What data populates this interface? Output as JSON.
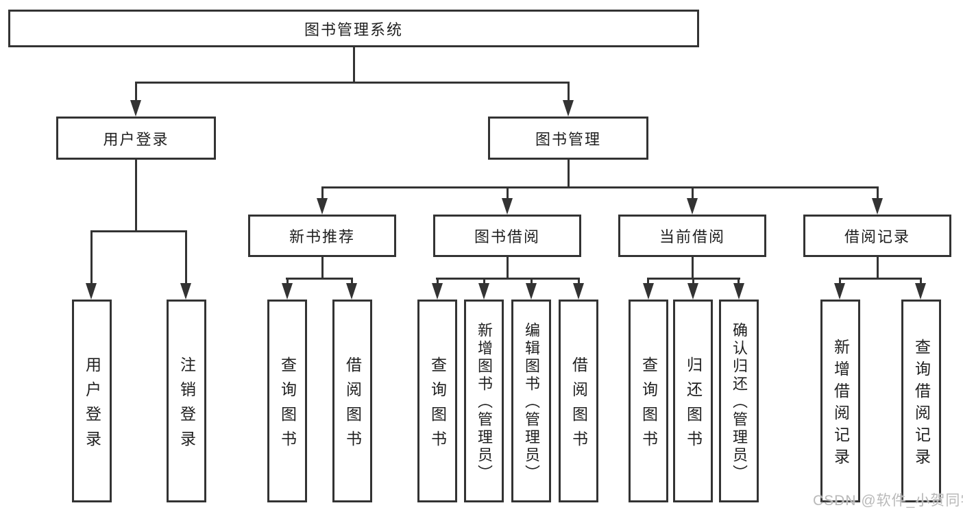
{
  "title_node": "图书管理系统",
  "branches": {
    "user_login": {
      "label": "用户登录",
      "children": [
        "用户登录",
        "注销登录"
      ]
    },
    "book_mgmt": {
      "label": "图书管理",
      "sections": {
        "new_books": {
          "label": "新书推荐",
          "children": [
            "查询图书",
            "借阅图书"
          ]
        },
        "borrowing": {
          "label": "图书借阅",
          "children": [
            "查询图书",
            "新增图书（管理员）",
            "编辑图书（管理员）",
            "借阅图书"
          ]
        },
        "current": {
          "label": "当前借阅",
          "children": [
            "查询图书",
            "归还图书",
            "确认归还（管理员）"
          ]
        },
        "records": {
          "label": "借阅记录",
          "children": [
            "新增借阅记录",
            "查询借阅记录"
          ]
        }
      }
    }
  },
  "watermark": "CSDN @软件_小贺同学",
  "colors": {
    "line": "#333333",
    "text": "#1f1f1f",
    "watermark": "#b9b9b9",
    "background": "#ffffff"
  }
}
